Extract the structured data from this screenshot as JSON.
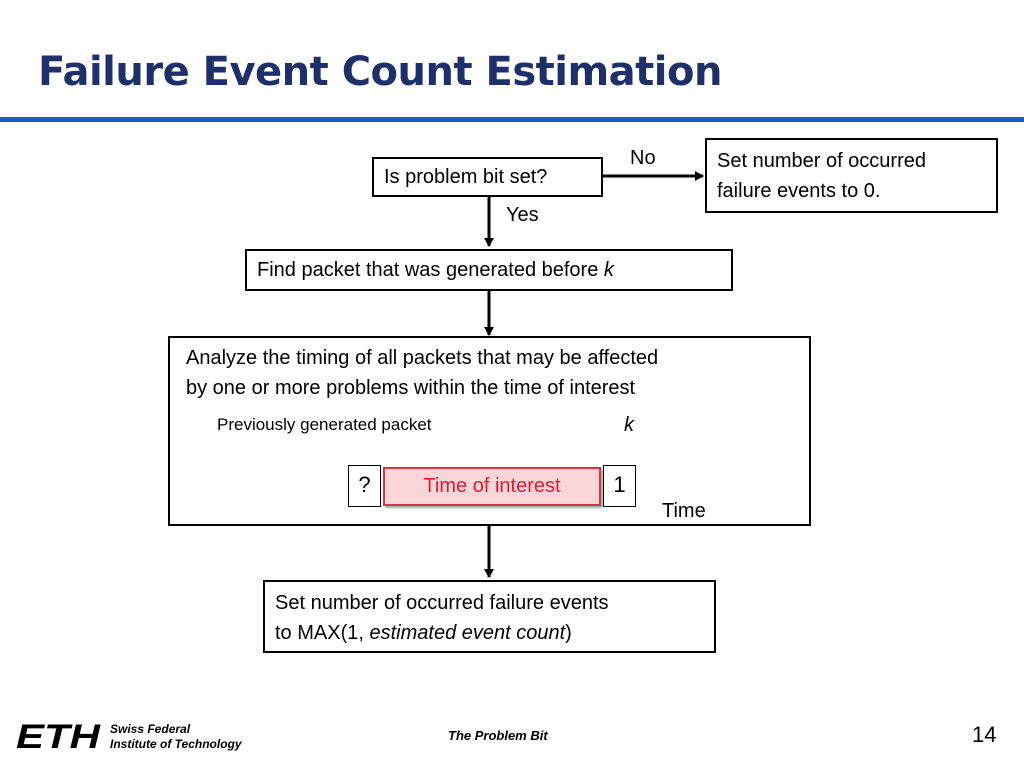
{
  "slide": {
    "title": "Failure Event Count Estimation"
  },
  "flow": {
    "decision": "Is problem bit set?",
    "no_label": "No",
    "yes_label": "Yes",
    "no_result_line1": "Set number of occurred",
    "no_result_line2": "failure events to 0.",
    "find_packet_text": "Find packet that was generated before ",
    "find_packet_var": "k",
    "analyze_line1": "Analyze the timing of all packets that may be affected",
    "analyze_line2": "by one or more problems within the time of interest",
    "prev_packet_label": "Previously generated packet",
    "k_label": "k",
    "unknown_marker": "?",
    "interest_label": "Time of interest",
    "k_marker": "1",
    "time_axis_label": "Time",
    "final_line1": "Set number of occurred failure events",
    "final_line2_prefix": "to MAX(1, ",
    "final_line2_italic": "estimated event count",
    "final_line2_suffix": ")"
  },
  "footer": {
    "logo": "ETH",
    "institution_line1": "Swiss Federal",
    "institution_line2": "Institute of Technology",
    "center": "The Problem Bit",
    "page_number": "14"
  },
  "colors": {
    "title": "#1f2f6b",
    "rule": "#2155d4",
    "interest_fill": "#fbd6d6",
    "interest_border": "#d9334b",
    "interest_text": "#e01b3a"
  }
}
